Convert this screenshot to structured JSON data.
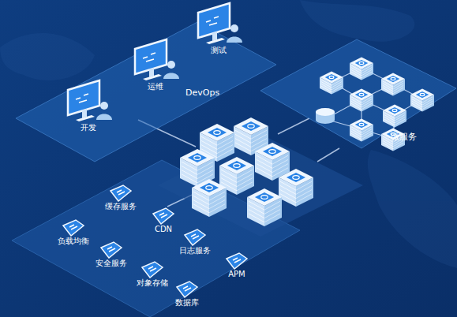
{
  "diagram": {
    "nodes": [
      {
        "text": [
          "DevOps"
        ]
      },
      {
        "text": [
          "开发"
        ],
        "in": 0
      },
      {
        "text": [
          "运维"
        ],
        "in": 0
      },
      {
        "text": [
          "测试"
        ],
        "in": 0
      },
      {
        "text": [
          "微服务"
        ]
      },
      {
        "text": [
          "缓存服务"
        ]
      },
      {
        "text": [
          "CDN"
        ]
      },
      {
        "text": [
          "负载均衡"
        ]
      },
      {
        "text": [
          "日志服务"
        ]
      },
      {
        "text": [
          "安全服务"
        ]
      },
      {
        "text": [
          "APM"
        ]
      },
      {
        "text": [
          "对象存储"
        ]
      },
      {
        "text": [
          "数据库"
        ]
      }
    ]
  }
}
